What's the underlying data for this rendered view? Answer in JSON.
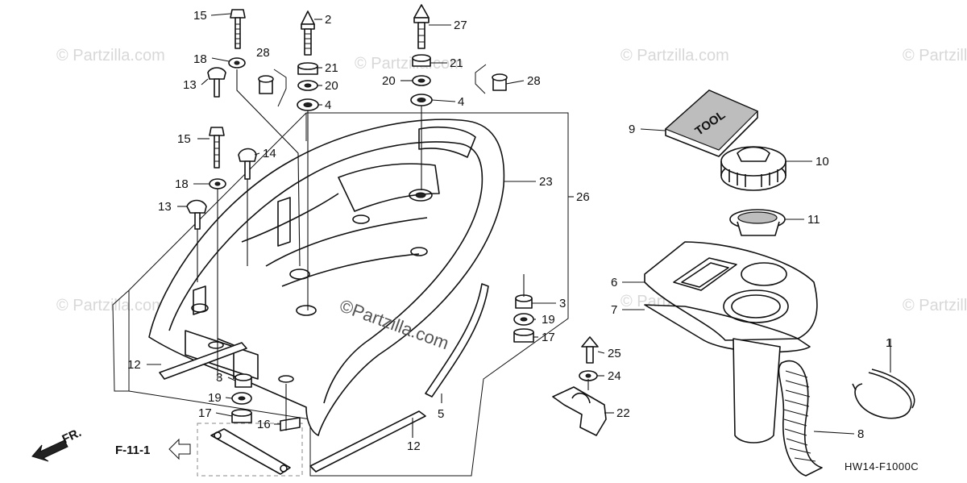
{
  "watermarks": [
    "© Partzilla.com",
    "© Partzilla.com",
    "© Partzilla.com",
    "© Partzilla.com",
    "© Partzilla.com",
    "© Partzilla.com",
    "© Partzilla.com"
  ],
  "center_watermark": "©Partzilla.com",
  "diagram_code": "HW14-F1000C",
  "reference": "F-11-1",
  "front_arrow_label": "FR.",
  "tool_text": "TOOL",
  "callouts": {
    "c15a": "15",
    "c2": "2",
    "c27": "27",
    "c18a": "18",
    "c28a": "28",
    "c21a": "21",
    "c21b": "21",
    "c13a": "13",
    "c20a": "20",
    "c20b": "20",
    "c28b": "28",
    "c4a": "4",
    "c4b": "4",
    "c9": "9",
    "c15b": "15",
    "c14": "14",
    "c10": "10",
    "c23": "23",
    "c18b": "18",
    "c26": "26",
    "c13b": "13",
    "c11": "11",
    "c6": "6",
    "c3a": "3",
    "c7": "7",
    "c19a": "19",
    "c17a": "17",
    "c1": "1",
    "c25": "25",
    "c12a": "12",
    "c24": "24",
    "c3b": "3",
    "c19b": "19",
    "c5": "5",
    "c22": "22",
    "c17b": "17",
    "c16": "16",
    "c12b": "12",
    "c8": "8"
  }
}
